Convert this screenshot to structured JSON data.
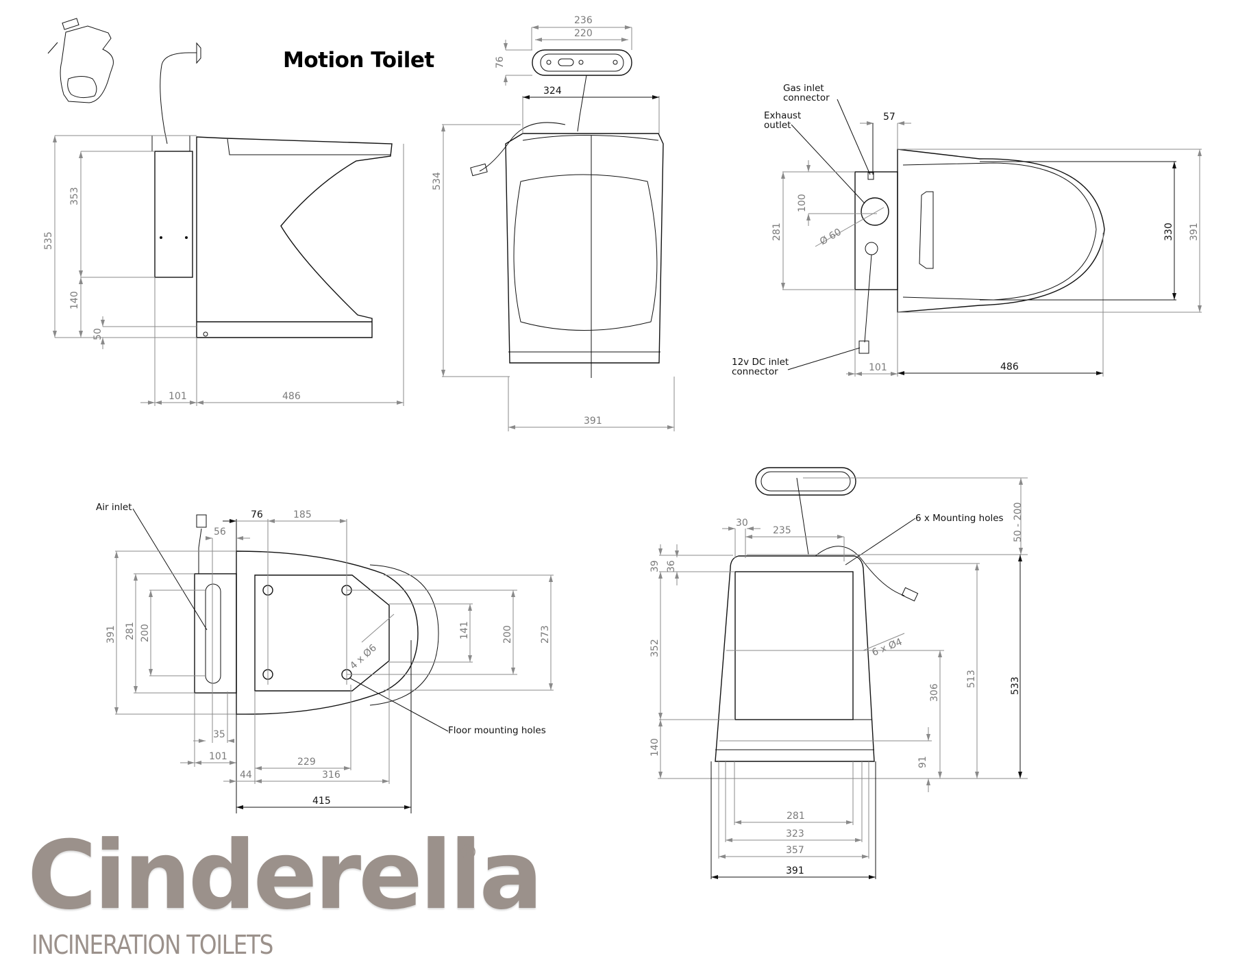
{
  "document": {
    "title": "Motion Toilet",
    "brand": {
      "name": "Cinderella",
      "registered_mark": "®",
      "tagline": "INCINERATION TOILETS",
      "color": "#9b918b"
    }
  },
  "views": {
    "side_view": {
      "dimensions": {
        "overall_height": "535",
        "box_height": "353",
        "base_height": "140",
        "floor_gap": "50",
        "rear_box_depth": "101",
        "body_depth": "486"
      }
    },
    "front_view": {
      "dimensions": {
        "panel_outer_width": "236",
        "panel_inner_width": "220",
        "panel_height": "76",
        "top_width": "324",
        "height": "534",
        "base_width": "391"
      }
    },
    "top_view": {
      "labels": {
        "gas_inlet": "Gas inlet connector",
        "exhaust": "Exhaust outlet",
        "dc_inlet": "12v DC inlet connector"
      },
      "dimensions": {
        "gas_offset": "57",
        "exhaust_offset": "100",
        "box_width": "281",
        "exhaust_diameter": "Ø 60",
        "rear_box_depth": "101",
        "body_depth": "486",
        "seat_width": "330",
        "overall_width": "391"
      }
    },
    "bottom_view": {
      "labels": {
        "air_inlet": "Air inlet",
        "floor_holes": "Floor mounting holes"
      },
      "dimensions": {
        "hole_offset_x": "76",
        "hole_spacing_x": "185",
        "air_slot_offset": "56",
        "overall_width": "391",
        "box_width": "281",
        "slot_length": "200",
        "hole_spacing_y": "200",
        "front_flat": "141",
        "front_width": "273",
        "hole_diameter": "4 x Ø6",
        "slot_width": "35",
        "rear_box_depth": "101",
        "plate_offset": "44",
        "plate_to_hole": "229",
        "plate_length": "316",
        "overall_depth": "415"
      }
    },
    "rear_view": {
      "labels": {
        "mounting_holes": "6 x Mounting holes"
      },
      "dimensions": {
        "panel_range": "50 - 200",
        "gas_offset": "30",
        "hole_spacing_top": "235",
        "top_lip": "39",
        "top_lip_inner": "36",
        "box_height": "352",
        "base_height": "140",
        "hole_diameter": "6 x Ø4",
        "hole_height_mid": "306",
        "hole_height_top": "513",
        "overall_height": "533",
        "hole_height_low": "91",
        "width_281": "281",
        "width_323": "323",
        "width_357": "357",
        "overall_width": "391"
      }
    }
  }
}
